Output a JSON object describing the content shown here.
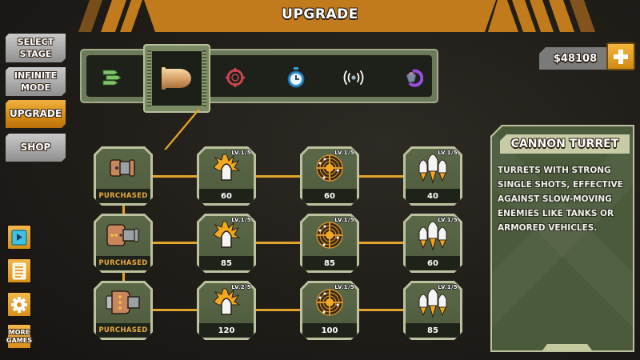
{
  "header": {
    "title": "UPGRADE"
  },
  "nav": {
    "buttons": [
      {
        "label": "SELECT STAGE",
        "style": "grey"
      },
      {
        "label": "INFINITE MODE",
        "style": "grey"
      },
      {
        "label": "UPGRADE",
        "style": "gold",
        "active": true
      },
      {
        "label": "SHOP",
        "style": "grey"
      }
    ],
    "side_icons": [
      {
        "icon": "video-ad-icon"
      },
      {
        "icon": "list-document-icon"
      },
      {
        "icon": "gear-icon"
      },
      {
        "icon": "more-games-icon",
        "label_line1": "MORE",
        "label_line2": "GAMES"
      }
    ]
  },
  "currency": {
    "amount": "$48108",
    "add_icon": "plus-icon"
  },
  "categories": [
    {
      "icon": "machine-gun-bullets-icon"
    },
    {
      "icon": "cannon-shell-icon",
      "active": true
    },
    {
      "icon": "crosshair-target-icon"
    },
    {
      "icon": "stopwatch-icon"
    },
    {
      "icon": "signal-wave-icon"
    },
    {
      "icon": "magic-orb-icon"
    }
  ],
  "tree": {
    "rows": [
      {
        "turret": {
          "name": "cannon-turret-tier-1",
          "status": "PURCHASED"
        },
        "upgrades": [
          {
            "type": "damage",
            "level": "LV.1/5",
            "cost": "60"
          },
          {
            "type": "accuracy",
            "level": "LV.1/5",
            "cost": "60"
          },
          {
            "type": "multi-shot",
            "level": "LV.1/5",
            "cost": "40"
          }
        ]
      },
      {
        "turret": {
          "name": "cannon-turret-tier-2",
          "status": "PURCHASED"
        },
        "upgrades": [
          {
            "type": "damage",
            "level": "LV.1/5",
            "cost": "85"
          },
          {
            "type": "accuracy",
            "level": "LV.1/5",
            "cost": "85"
          },
          {
            "type": "multi-shot",
            "level": "LV.1/5",
            "cost": "60"
          }
        ]
      },
      {
        "turret": {
          "name": "cannon-turret-tier-3",
          "status": "PURCHASED"
        },
        "upgrades": [
          {
            "type": "damage",
            "level": "LV.2/5",
            "cost": "120"
          },
          {
            "type": "accuracy",
            "level": "LV.1/5",
            "cost": "100"
          },
          {
            "type": "multi-shot",
            "level": "LV.1/5",
            "cost": "85"
          }
        ]
      }
    ]
  },
  "info": {
    "title": "CANNON TURRET",
    "description": "TURRETS WITH STRONG SINGLE SHOTS, EFFECTIVE AGAINST SLOW-MOVING ENEMIES LIKE TANKS OR ARMORED VEHICLES."
  },
  "colors": {
    "accent_gold": "#d48a12",
    "tree_line": "#e3a42c",
    "panel_green": "#4c5a3c",
    "panel_border": "#bcc29e",
    "purchased_text": "#e8a63a"
  }
}
